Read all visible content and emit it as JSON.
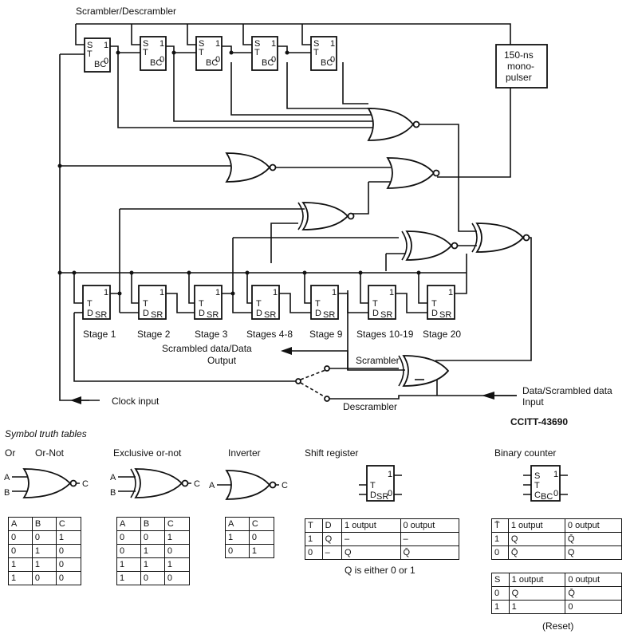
{
  "labels": {
    "title": "Scrambler/Descrambler",
    "monopulser": [
      "150-ns",
      "mono-",
      "pulser"
    ],
    "stages": [
      "Stage 1",
      "Stage 2",
      "Stage 3",
      "Stages 4-8",
      "Stage 9",
      "Stages 10-19",
      "Stage 20"
    ],
    "scrambled_output": [
      "Scrambled data/Data",
      "Output"
    ],
    "scrambler": "Scrambler",
    "descrambler": "Descrambler",
    "clock_input": "Clock input",
    "data_input": [
      "Data/Scrambled data",
      "Input"
    ],
    "reference": "CCITT-43690",
    "section_title": "Symbol truth tables"
  },
  "symbols": {
    "or_title": "Or",
    "or_not_title": "Or-Not",
    "xnor_title": "Exclusive or-not",
    "inverter_title": "Inverter",
    "shift_register_title": "Shift register",
    "binary_counter_title": "Binary counter",
    "pin_a": "A",
    "pin_b": "B",
    "pin_c": "C",
    "pin_s": "S",
    "pin_t": "T",
    "pin_d": "D",
    "pin_one": "1",
    "pin_zero": "0",
    "sr": "SR",
    "bc": "BC"
  },
  "tables": {
    "or_not": {
      "headers": [
        "A",
        "B",
        "C"
      ],
      "rows": [
        [
          "0",
          "0",
          "1"
        ],
        [
          "0",
          "1",
          "0"
        ],
        [
          "1",
          "1",
          "0"
        ],
        [
          "1",
          "0",
          "0"
        ]
      ]
    },
    "xnor": {
      "headers": [
        "A",
        "B",
        "C"
      ],
      "rows": [
        [
          "0",
          "0",
          "1"
        ],
        [
          "0",
          "1",
          "0"
        ],
        [
          "1",
          "1",
          "1"
        ],
        [
          "1",
          "0",
          "0"
        ]
      ]
    },
    "inverter": {
      "headers": [
        "A",
        "C"
      ],
      "rows": [
        [
          "1",
          "0"
        ],
        [
          "0",
          "1"
        ]
      ]
    },
    "shift_register": {
      "headers": [
        "T",
        "D",
        "1 output",
        "0 output"
      ],
      "rows": [
        [
          "1",
          "Q",
          "–",
          "–"
        ],
        [
          "0",
          "–",
          "Q",
          "Q̄"
        ]
      ],
      "note": "Q is either 0 or 1"
    },
    "binary_counter_t": {
      "headers": [
        "T̄",
        "1 output",
        "0 output"
      ],
      "rows": [
        [
          "1",
          "Q",
          "Q̄"
        ],
        [
          "0",
          "Q̄",
          "Q"
        ]
      ]
    },
    "binary_counter_s": {
      "headers": [
        "S",
        "1 output",
        "0 output"
      ],
      "rows": [
        [
          "0",
          "Q",
          "Q̄"
        ],
        [
          "1",
          "1",
          "0"
        ]
      ],
      "note": "(Reset)"
    }
  }
}
